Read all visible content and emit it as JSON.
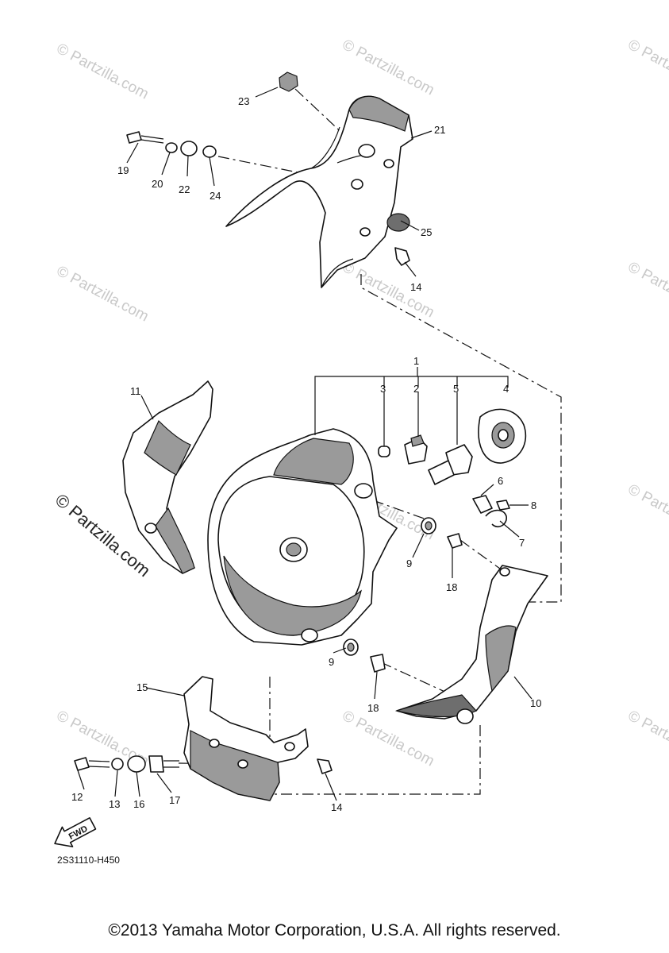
{
  "watermarks": {
    "text": "© Partzilla.com",
    "prominent_text": "© Partzilla.com"
  },
  "callouts": [
    {
      "id": "c1",
      "label": "1"
    },
    {
      "id": "c2",
      "label": "2"
    },
    {
      "id": "c3",
      "label": "3"
    },
    {
      "id": "c4",
      "label": "4"
    },
    {
      "id": "c5",
      "label": "5"
    },
    {
      "id": "c6",
      "label": "6"
    },
    {
      "id": "c7",
      "label": "7"
    },
    {
      "id": "c8",
      "label": "8"
    },
    {
      "id": "c9a",
      "label": "9"
    },
    {
      "id": "c9b",
      "label": "9"
    },
    {
      "id": "c10",
      "label": "10"
    },
    {
      "id": "c11",
      "label": "11"
    },
    {
      "id": "c12",
      "label": "12"
    },
    {
      "id": "c13",
      "label": "13"
    },
    {
      "id": "c14a",
      "label": "14"
    },
    {
      "id": "c14b",
      "label": "14"
    },
    {
      "id": "c15",
      "label": "15"
    },
    {
      "id": "c16",
      "label": "16"
    },
    {
      "id": "c17",
      "label": "17"
    },
    {
      "id": "c18a",
      "label": "18"
    },
    {
      "id": "c18b",
      "label": "18"
    },
    {
      "id": "c19",
      "label": "19"
    },
    {
      "id": "c20",
      "label": "20"
    },
    {
      "id": "c21",
      "label": "21"
    },
    {
      "id": "c22",
      "label": "22"
    },
    {
      "id": "c23",
      "label": "23"
    },
    {
      "id": "c24",
      "label": "24"
    },
    {
      "id": "c25",
      "label": "25"
    }
  ],
  "fwd_label": "FWD",
  "diagram_code": "2S31110-H450",
  "copyright": "©2013 Yamaha Motor Corporation, U.S.A. All rights reserved."
}
